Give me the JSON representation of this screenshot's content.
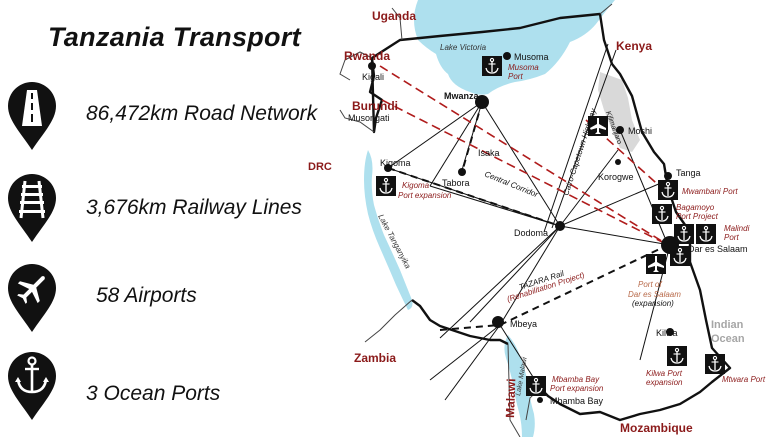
{
  "title": "Tanzania Transport",
  "stats": [
    {
      "icon": "road-icon",
      "text": "86,472km Road Network"
    },
    {
      "icon": "railway-icon",
      "text": "3,676km Railway Lines"
    },
    {
      "icon": "airplane-icon",
      "text": "58 Airports"
    },
    {
      "icon": "anchor-icon",
      "text": "3 Ocean Ports"
    }
  ],
  "map": {
    "countries": {
      "uganda": "Uganda",
      "kenya": "Kenya",
      "rwanda": "Rwanda",
      "burundi": "Burundi",
      "drc": "DRC",
      "zambia": "Zambia",
      "malawi": "Malawi",
      "mozambique": "Mozambique"
    },
    "water": {
      "lake_victoria": "Lake Victoria",
      "lake_tanganyika": "Lake Tanganyika",
      "lake_malawi": "Lake Malawi",
      "indian_ocean_1": "Indian",
      "indian_ocean_2": "Ocean"
    },
    "cities": {
      "kigali": "Kigali",
      "musongati": "Musongati",
      "mwanza": "Mwanza",
      "musoma": "Musoma",
      "moshi": "Moshi",
      "kigoma": "Kigoma",
      "isaka": "Isaka",
      "tabora": "Tabora",
      "korogwe": "Korogwe",
      "tanga": "Tanga",
      "dodoma": "Dodoma",
      "dar_es_salaam": "Dar es Salaam",
      "mbeya": "Mbeya",
      "kilwa": "Kilwa",
      "mbamba_bay": "Mbamba Bay"
    },
    "routes": {
      "central_corridor": "Central Corridor",
      "cairo_cape": "Cairo-Capetown Highway",
      "kilimanjaro": "Kilimanjaro",
      "tazara_1": "TAZARA Rail",
      "tazara_2": "(Rehabilitation Project)"
    },
    "ports": {
      "musoma_1": "Musoma",
      "musoma_2": "Port",
      "kigoma_1": "Kigoma",
      "kigoma_2": "Port expansion",
      "mwambani": "Mwambani Port",
      "bagamoyo_1": "Bagamoyo",
      "bagamoyo_2": "Port Project",
      "malindi_1": "Malindi",
      "malindi_2": "Port",
      "dar_1": "Port of",
      "dar_2": "Dar es Salaam",
      "dar_3": "(expansion)",
      "kilwa_1": "Kilwa Port",
      "kilwa_2": "expansion",
      "mtwara": "Mtwara Port",
      "mbamba_1": "Mbamba Bay",
      "mbamba_2": "Port expansion"
    },
    "colors": {
      "lake": "#aee0ee",
      "brown": "#8b1a1a",
      "ocean_label": "#a6a6a6",
      "land": "#d9d9d9"
    }
  }
}
